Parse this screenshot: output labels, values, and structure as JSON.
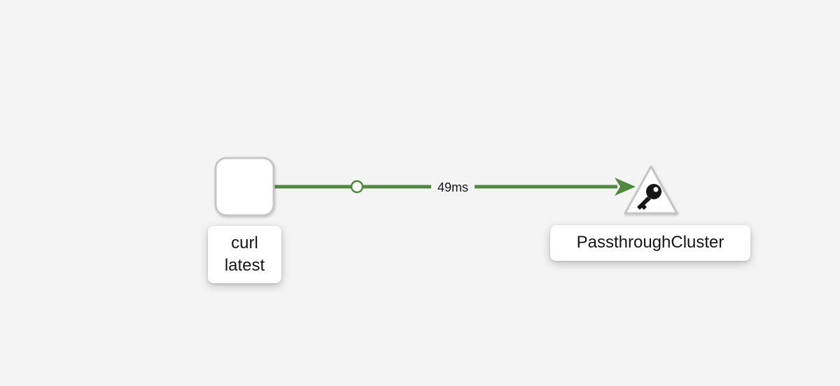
{
  "graph": {
    "nodes": [
      {
        "id": "curl",
        "shape": "rounded-square",
        "label_lines": [
          "curl",
          "latest"
        ]
      },
      {
        "id": "passthrough",
        "shape": "triangle",
        "icon": "key-icon",
        "label_lines": [
          "PassthroughCluster"
        ]
      }
    ],
    "edge": {
      "label": "49ms",
      "color": "#4f8a3c",
      "style": "solid",
      "arrow": "end"
    }
  },
  "colors": {
    "background": "#f4f4f4",
    "node_fill": "#ffffff",
    "node_border": "#bdbdbd",
    "edge": "#4f8a3c",
    "text": "#151515"
  }
}
